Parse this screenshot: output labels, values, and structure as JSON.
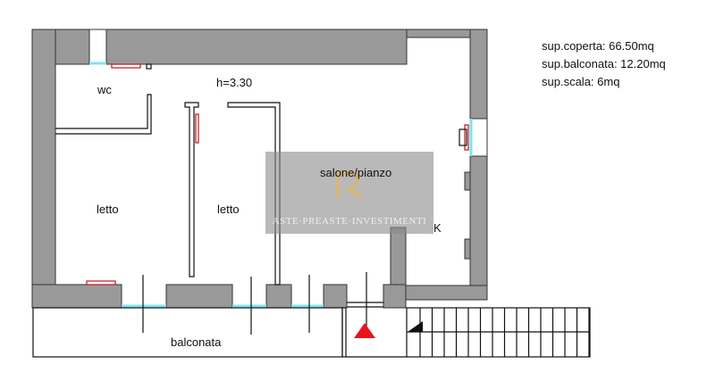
{
  "plan": {
    "rooms": {
      "wc": "wc",
      "height": "h=3.30",
      "living": "salone/pianzo",
      "bedroom1": "letto",
      "bedroom2": "letto",
      "kitchen": "K",
      "balcony": "balconata"
    },
    "legend": [
      "sup.coperta: 66.50mq",
      "sup.balconata: 12.20mq",
      "sup.scala: 6mq"
    ]
  },
  "watermark": {
    "text": "ASTE·PREASTE·INVESTIMENTI"
  },
  "colors": {
    "wall": "#999999",
    "glass": "#7fe3ee",
    "fixture": "#c0272d",
    "entrance_marker": "#e8141b"
  }
}
